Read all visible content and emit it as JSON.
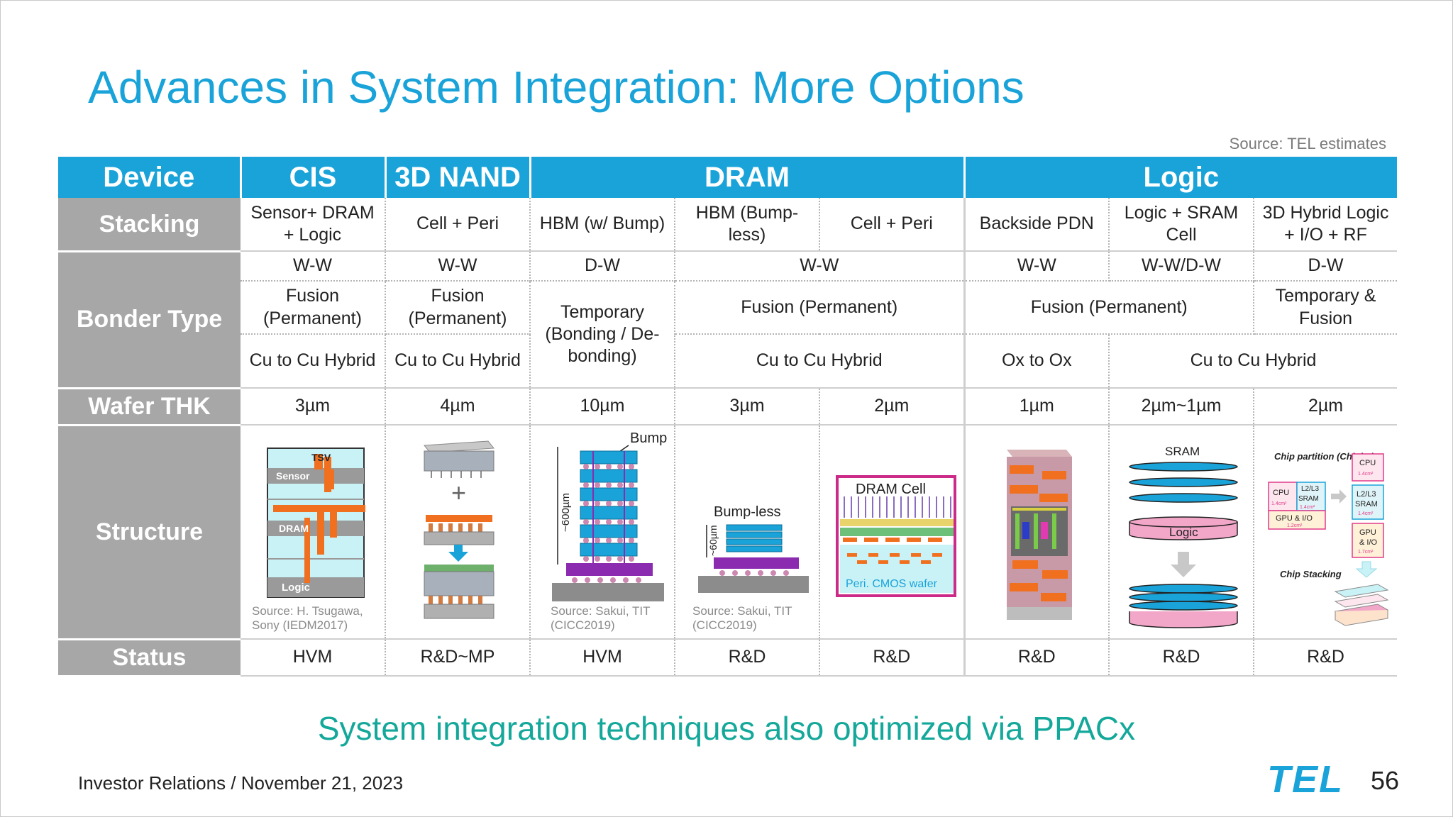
{
  "title": "Advances in System Integration: More Options",
  "source_note": "Source: TEL estimates",
  "header": {
    "device": "Device",
    "cis": "CIS",
    "nand": "3D NAND",
    "dram": "DRAM",
    "logic": "Logic"
  },
  "row_labels": {
    "stacking": "Stacking",
    "bonder_type": "Bonder Type",
    "wafer_thk": "Wafer THK",
    "structure": "Structure",
    "status": "Status"
  },
  "stacking": [
    "Sensor+ DRAM + Logic",
    "Cell + Peri",
    "HBM (w/ Bump)",
    "HBM (Bump-less)",
    "Cell + Peri",
    "Backside PDN",
    "Logic + SRAM Cell",
    "3D Hybrid Logic + I/O + RF"
  ],
  "bonder_ww": {
    "cis": "W-W",
    "nand": "W-W",
    "hbm_bump": "D-W",
    "dram_rest": "W-W",
    "bspdn": "W-W",
    "logic_sram": "W-W/D-W",
    "hybrid": "D-W"
  },
  "bonder_fusion": {
    "cis": "Fusion (Permanent)",
    "nand": "Fusion (Permanent)",
    "hbm_bump_temp": "Temporary (Bonding / De-bonding)",
    "dram_rest": "Fusion (Permanent)",
    "logic_pair": "Fusion (Permanent)",
    "hybrid": "Temporary & Fusion"
  },
  "bonder_cu": {
    "cis": "Cu to Cu Hybrid",
    "nand": "Cu to Cu Hybrid",
    "dram_rest": "Cu to Cu Hybrid",
    "bspdn": "Ox to Ox",
    "logic_rest": "Cu to Cu Hybrid"
  },
  "wafer_thk": [
    "3µm",
    "4µm",
    "10µm",
    "3µm",
    "2µm",
    "1µm",
    "2µm~1µm",
    "2µm"
  ],
  "structure": {
    "cis_labels": {
      "tsv": "TSV",
      "sensor": "Sensor",
      "dram": "DRAM",
      "logic": "Logic"
    },
    "cis_source": "Source: H. Tsugawa, Sony (IEDM2017)",
    "nand_plus": "+",
    "hbm_bump_label": "Bump",
    "hbm_height": "~600µm",
    "hbm_source": "Source: Sakui, TIT (CICC2019)",
    "bumpless_label": "Bump-less",
    "bumpless_height": "~60µm",
    "bumpless_source": "Source: Sakui, TIT (CICC2019)",
    "dram_cell": "DRAM Cell",
    "peri_cmos": "Peri. CMOS wafer",
    "sram_label": "SRAM",
    "logic_label": "Logic",
    "chiplet_title": "Chip partition (Chiplet)",
    "chip_stacking": "Chip Stacking",
    "chiplet_blocks": {
      "cpu": "CPU",
      "l2l3": "L2/L3",
      "sram": "SRAM",
      "gpu": "GPU & I/O",
      "cpu_area": "1.4cm²",
      "sram_area": "1.4cm²",
      "gpu_area": "1.2cm²",
      "r_cpu": "CPU",
      "r_cpu_area": "1.4cm²",
      "r_l2": "L2/L3",
      "r_sram": "SRAM",
      "r_sram_area": "1.4cm²",
      "r_gpu": "GPU",
      "r_io": "& I/O",
      "r_gpu_area": "1.7cm²"
    }
  },
  "status": [
    "HVM",
    "R&D~MP",
    "HVM",
    "R&D",
    "R&D",
    "R&D",
    "R&D",
    "R&D"
  ],
  "tagline": "System integration techniques also optimized via PPACx",
  "footer": "Investor Relations / November 21, 2023",
  "logo": "TEL",
  "page_number": "56",
  "colors": {
    "accent": "#1aa3d9",
    "row_label_bg": "#a7a7a7",
    "tagline": "#14a89a",
    "orange": "#f07020",
    "purple": "#8a2bb0"
  }
}
